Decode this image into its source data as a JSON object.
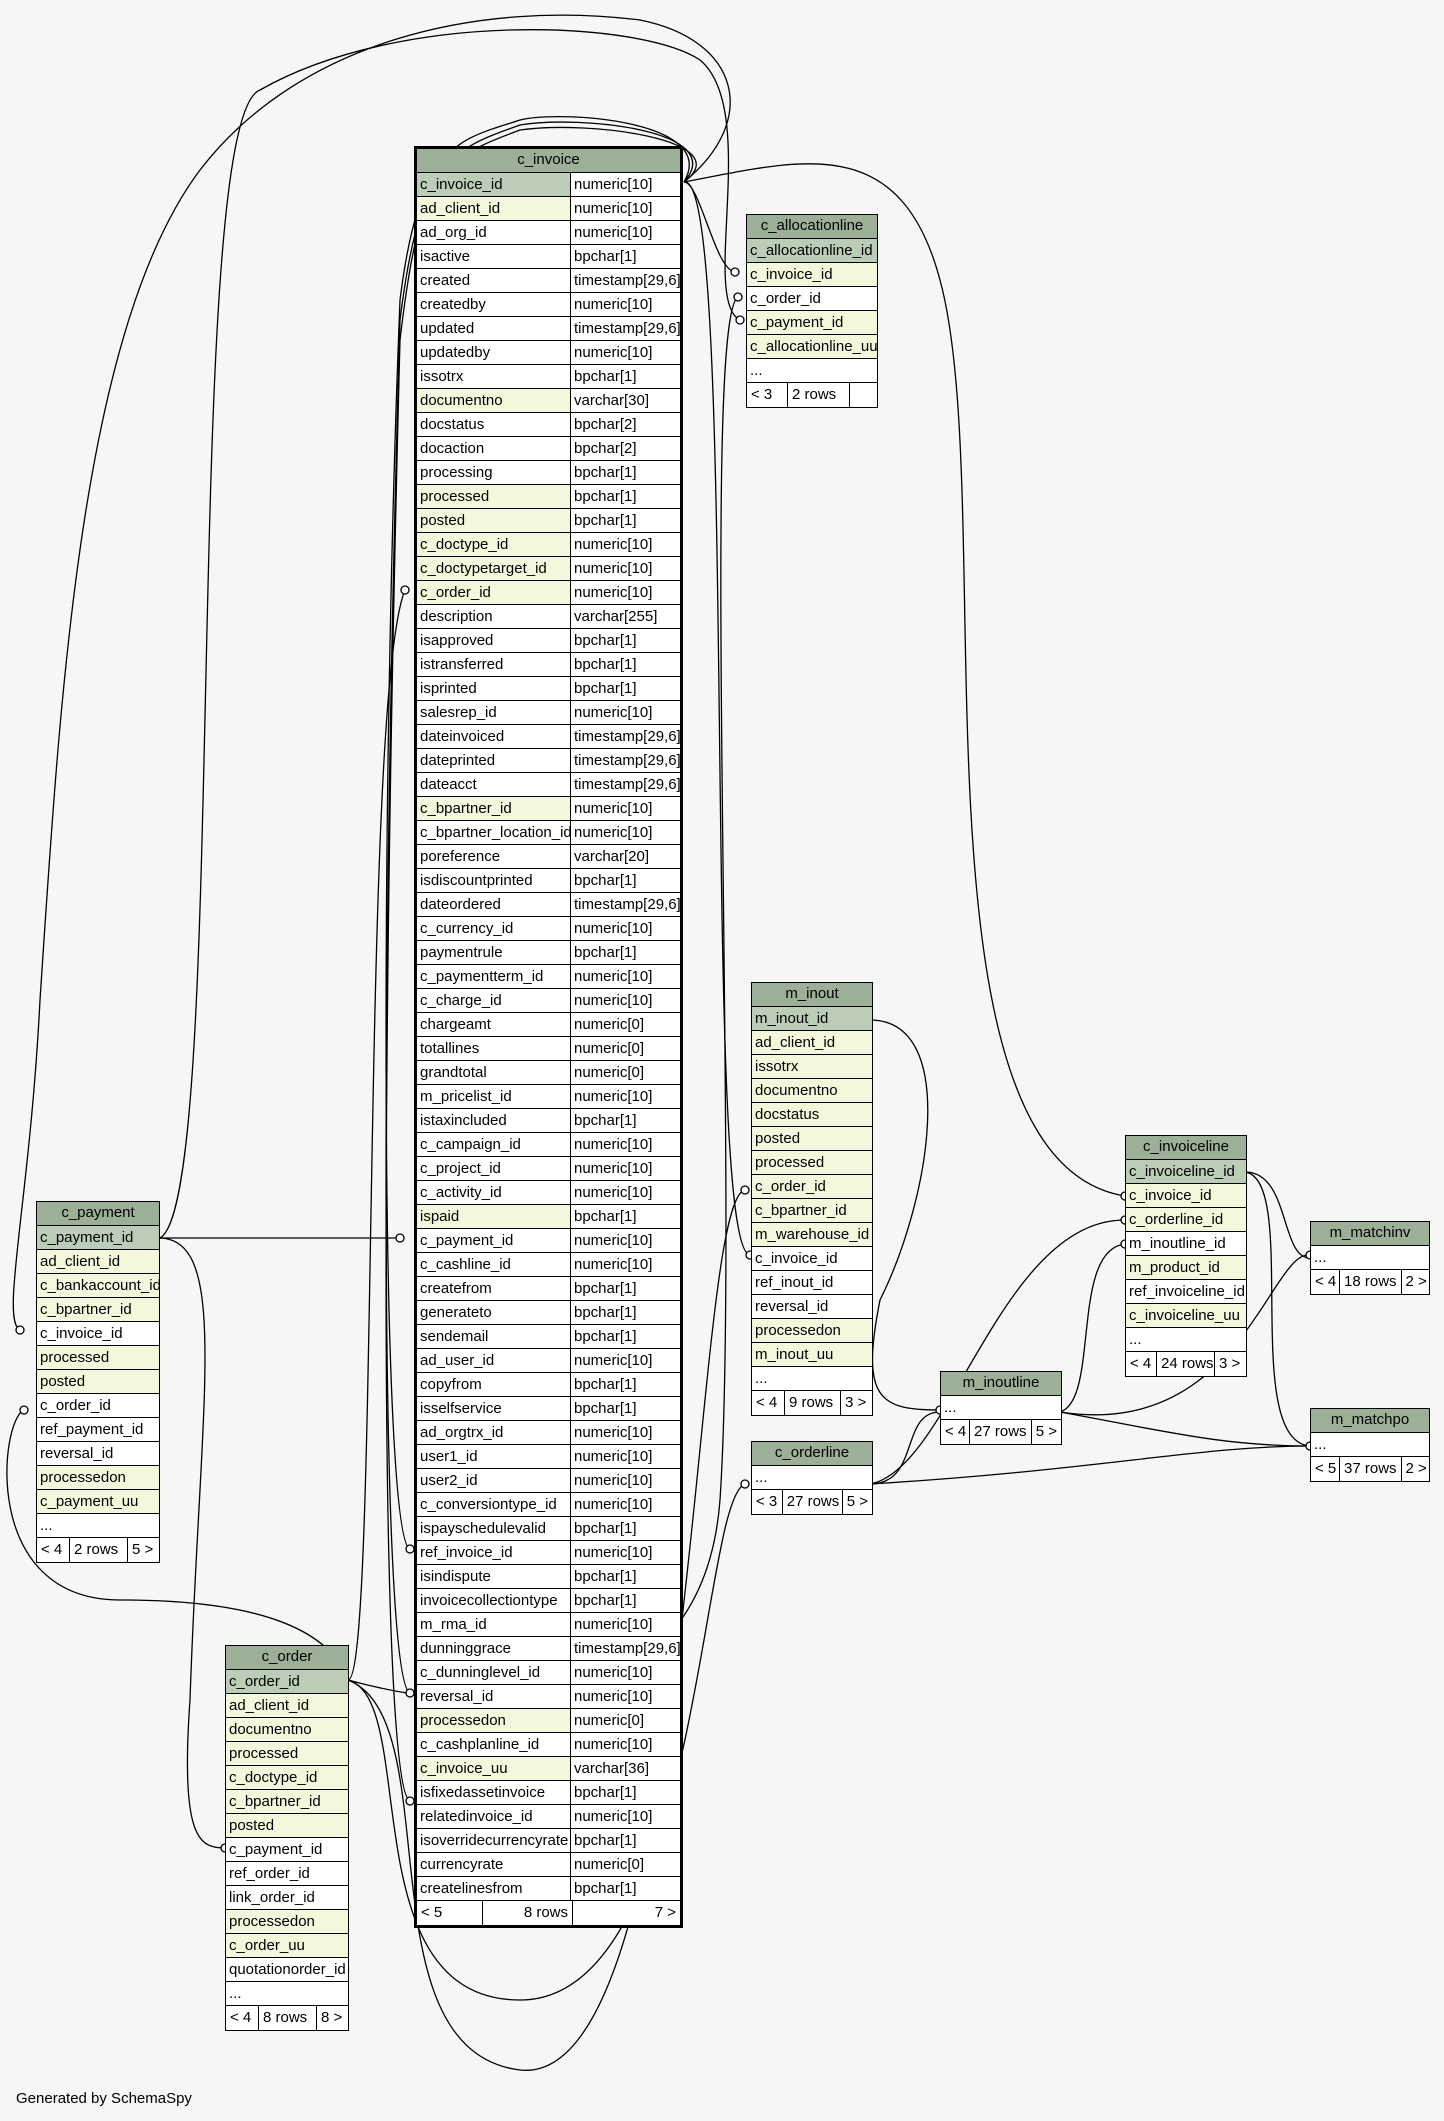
{
  "footer": "Generated by SchemaSpy",
  "tables": [
    {
      "id": "c_invoice",
      "name": "c_invoice",
      "main": true,
      "columns": [
        {
          "name": "c_invoice_id",
          "type": "numeric[10]",
          "kind": "pk"
        },
        {
          "name": "ad_client_id",
          "type": "numeric[10]",
          "kind": "fk"
        },
        {
          "name": "ad_org_id",
          "type": "numeric[10]",
          "kind": ""
        },
        {
          "name": "isactive",
          "type": "bpchar[1]",
          "kind": ""
        },
        {
          "name": "created",
          "type": "timestamp[29,6]",
          "kind": ""
        },
        {
          "name": "createdby",
          "type": "numeric[10]",
          "kind": ""
        },
        {
          "name": "updated",
          "type": "timestamp[29,6]",
          "kind": ""
        },
        {
          "name": "updatedby",
          "type": "numeric[10]",
          "kind": ""
        },
        {
          "name": "issotrx",
          "type": "bpchar[1]",
          "kind": ""
        },
        {
          "name": "documentno",
          "type": "varchar[30]",
          "kind": "fk"
        },
        {
          "name": "docstatus",
          "type": "bpchar[2]",
          "kind": ""
        },
        {
          "name": "docaction",
          "type": "bpchar[2]",
          "kind": ""
        },
        {
          "name": "processing",
          "type": "bpchar[1]",
          "kind": ""
        },
        {
          "name": "processed",
          "type": "bpchar[1]",
          "kind": "fk"
        },
        {
          "name": "posted",
          "type": "bpchar[1]",
          "kind": "fk"
        },
        {
          "name": "c_doctype_id",
          "type": "numeric[10]",
          "kind": "fk"
        },
        {
          "name": "c_doctypetarget_id",
          "type": "numeric[10]",
          "kind": "fk"
        },
        {
          "name": "c_order_id",
          "type": "numeric[10]",
          "kind": "fk"
        },
        {
          "name": "description",
          "type": "varchar[255]",
          "kind": ""
        },
        {
          "name": "isapproved",
          "type": "bpchar[1]",
          "kind": ""
        },
        {
          "name": "istransferred",
          "type": "bpchar[1]",
          "kind": ""
        },
        {
          "name": "isprinted",
          "type": "bpchar[1]",
          "kind": ""
        },
        {
          "name": "salesrep_id",
          "type": "numeric[10]",
          "kind": ""
        },
        {
          "name": "dateinvoiced",
          "type": "timestamp[29,6]",
          "kind": ""
        },
        {
          "name": "dateprinted",
          "type": "timestamp[29,6]",
          "kind": ""
        },
        {
          "name": "dateacct",
          "type": "timestamp[29,6]",
          "kind": ""
        },
        {
          "name": "c_bpartner_id",
          "type": "numeric[10]",
          "kind": "fk"
        },
        {
          "name": "c_bpartner_location_id",
          "type": "numeric[10]",
          "kind": ""
        },
        {
          "name": "poreference",
          "type": "varchar[20]",
          "kind": ""
        },
        {
          "name": "isdiscountprinted",
          "type": "bpchar[1]",
          "kind": ""
        },
        {
          "name": "dateordered",
          "type": "timestamp[29,6]",
          "kind": ""
        },
        {
          "name": "c_currency_id",
          "type": "numeric[10]",
          "kind": ""
        },
        {
          "name": "paymentrule",
          "type": "bpchar[1]",
          "kind": ""
        },
        {
          "name": "c_paymentterm_id",
          "type": "numeric[10]",
          "kind": ""
        },
        {
          "name": "c_charge_id",
          "type": "numeric[10]",
          "kind": ""
        },
        {
          "name": "chargeamt",
          "type": "numeric[0]",
          "kind": ""
        },
        {
          "name": "totallines",
          "type": "numeric[0]",
          "kind": ""
        },
        {
          "name": "grandtotal",
          "type": "numeric[0]",
          "kind": ""
        },
        {
          "name": "m_pricelist_id",
          "type": "numeric[10]",
          "kind": ""
        },
        {
          "name": "istaxincluded",
          "type": "bpchar[1]",
          "kind": ""
        },
        {
          "name": "c_campaign_id",
          "type": "numeric[10]",
          "kind": ""
        },
        {
          "name": "c_project_id",
          "type": "numeric[10]",
          "kind": ""
        },
        {
          "name": "c_activity_id",
          "type": "numeric[10]",
          "kind": ""
        },
        {
          "name": "ispaid",
          "type": "bpchar[1]",
          "kind": "fk"
        },
        {
          "name": "c_payment_id",
          "type": "numeric[10]",
          "kind": ""
        },
        {
          "name": "c_cashline_id",
          "type": "numeric[10]",
          "kind": ""
        },
        {
          "name": "createfrom",
          "type": "bpchar[1]",
          "kind": ""
        },
        {
          "name": "generateto",
          "type": "bpchar[1]",
          "kind": ""
        },
        {
          "name": "sendemail",
          "type": "bpchar[1]",
          "kind": ""
        },
        {
          "name": "ad_user_id",
          "type": "numeric[10]",
          "kind": ""
        },
        {
          "name": "copyfrom",
          "type": "bpchar[1]",
          "kind": ""
        },
        {
          "name": "isselfservice",
          "type": "bpchar[1]",
          "kind": ""
        },
        {
          "name": "ad_orgtrx_id",
          "type": "numeric[10]",
          "kind": ""
        },
        {
          "name": "user1_id",
          "type": "numeric[10]",
          "kind": ""
        },
        {
          "name": "user2_id",
          "type": "numeric[10]",
          "kind": ""
        },
        {
          "name": "c_conversiontype_id",
          "type": "numeric[10]",
          "kind": ""
        },
        {
          "name": "ispayschedulevalid",
          "type": "bpchar[1]",
          "kind": ""
        },
        {
          "name": "ref_invoice_id",
          "type": "numeric[10]",
          "kind": ""
        },
        {
          "name": "isindispute",
          "type": "bpchar[1]",
          "kind": ""
        },
        {
          "name": "invoicecollectiontype",
          "type": "bpchar[1]",
          "kind": ""
        },
        {
          "name": "m_rma_id",
          "type": "numeric[10]",
          "kind": ""
        },
        {
          "name": "dunninggrace",
          "type": "timestamp[29,6]",
          "kind": ""
        },
        {
          "name": "c_dunninglevel_id",
          "type": "numeric[10]",
          "kind": ""
        },
        {
          "name": "reversal_id",
          "type": "numeric[10]",
          "kind": ""
        },
        {
          "name": "processedon",
          "type": "numeric[0]",
          "kind": "fk"
        },
        {
          "name": "c_cashplanline_id",
          "type": "numeric[10]",
          "kind": ""
        },
        {
          "name": "c_invoice_uu",
          "type": "varchar[36]",
          "kind": "fk"
        },
        {
          "name": "isfixedassetinvoice",
          "type": "bpchar[1]",
          "kind": ""
        },
        {
          "name": "relatedinvoice_id",
          "type": "numeric[10]",
          "kind": ""
        },
        {
          "name": "isoverridecurrencyrate",
          "type": "bpchar[1]",
          "kind": ""
        },
        {
          "name": "currencyrate",
          "type": "numeric[0]",
          "kind": ""
        },
        {
          "name": "createlinesfrom",
          "type": "bpchar[1]",
          "kind": ""
        }
      ],
      "footer": [
        "< 5",
        "8 rows",
        "7 >"
      ]
    },
    {
      "id": "c_allocationline",
      "name": "c_allocationline",
      "columns": [
        {
          "name": "c_allocationline_id",
          "kind": "pk"
        },
        {
          "name": "c_invoice_id",
          "kind": "fk"
        },
        {
          "name": "c_order_id",
          "kind": ""
        },
        {
          "name": "c_payment_id",
          "kind": "fk"
        },
        {
          "name": "c_allocationline_uu",
          "kind": "fk"
        },
        {
          "name": "...",
          "kind": ""
        }
      ],
      "footer": [
        "< 3",
        "2 rows",
        ""
      ]
    },
    {
      "id": "m_inout",
      "name": "m_inout",
      "columns": [
        {
          "name": "m_inout_id",
          "kind": "pk"
        },
        {
          "name": "ad_client_id",
          "kind": "fk"
        },
        {
          "name": "issotrx",
          "kind": "fk"
        },
        {
          "name": "documentno",
          "kind": "fk"
        },
        {
          "name": "docstatus",
          "kind": "fk"
        },
        {
          "name": "posted",
          "kind": "fk"
        },
        {
          "name": "processed",
          "kind": "fk"
        },
        {
          "name": "c_order_id",
          "kind": "fk"
        },
        {
          "name": "c_bpartner_id",
          "kind": "fk"
        },
        {
          "name": "m_warehouse_id",
          "kind": "fk"
        },
        {
          "name": "c_invoice_id",
          "kind": ""
        },
        {
          "name": "ref_inout_id",
          "kind": ""
        },
        {
          "name": "reversal_id",
          "kind": ""
        },
        {
          "name": "processedon",
          "kind": "fk"
        },
        {
          "name": "m_inout_uu",
          "kind": "fk"
        },
        {
          "name": "...",
          "kind": ""
        }
      ],
      "footer": [
        "< 4",
        "9 rows",
        "3 >"
      ]
    },
    {
      "id": "c_orderline",
      "name": "c_orderline",
      "columns": [
        {
          "name": "...",
          "kind": ""
        }
      ],
      "footer": [
        "< 3",
        "27 rows",
        "5 >"
      ]
    },
    {
      "id": "m_inoutline",
      "name": "m_inoutline",
      "columns": [
        {
          "name": "...",
          "kind": ""
        }
      ],
      "footer": [
        "< 4",
        "27 rows",
        "5 >"
      ]
    },
    {
      "id": "c_invoiceline",
      "name": "c_invoiceline",
      "columns": [
        {
          "name": "c_invoiceline_id",
          "kind": "pk"
        },
        {
          "name": "c_invoice_id",
          "kind": "fk"
        },
        {
          "name": "c_orderline_id",
          "kind": "fk"
        },
        {
          "name": "m_inoutline_id",
          "kind": ""
        },
        {
          "name": "m_product_id",
          "kind": "fk"
        },
        {
          "name": "ref_invoiceline_id",
          "kind": ""
        },
        {
          "name": "c_invoiceline_uu",
          "kind": "fk"
        },
        {
          "name": "...",
          "kind": ""
        }
      ],
      "footer": [
        "< 4",
        "24 rows",
        "3 >"
      ]
    },
    {
      "id": "m_matchinv",
      "name": "m_matchinv",
      "columns": [
        {
          "name": "...",
          "kind": ""
        }
      ],
      "footer": [
        "< 4",
        "18 rows",
        "2 >"
      ]
    },
    {
      "id": "m_matchpo",
      "name": "m_matchpo",
      "columns": [
        {
          "name": "...",
          "kind": ""
        }
      ],
      "footer": [
        "< 5",
        "37 rows",
        "2 >"
      ]
    },
    {
      "id": "c_payment",
      "name": "c_payment",
      "columns": [
        {
          "name": "c_payment_id",
          "kind": "pk"
        },
        {
          "name": "ad_client_id",
          "kind": "fk"
        },
        {
          "name": "c_bankaccount_id",
          "kind": "fk"
        },
        {
          "name": "c_bpartner_id",
          "kind": "fk"
        },
        {
          "name": "c_invoice_id",
          "kind": ""
        },
        {
          "name": "processed",
          "kind": "fk"
        },
        {
          "name": "posted",
          "kind": "fk"
        },
        {
          "name": "c_order_id",
          "kind": ""
        },
        {
          "name": "ref_payment_id",
          "kind": ""
        },
        {
          "name": "reversal_id",
          "kind": ""
        },
        {
          "name": "processedon",
          "kind": "fk"
        },
        {
          "name": "c_payment_uu",
          "kind": "fk"
        },
        {
          "name": "...",
          "kind": ""
        }
      ],
      "footer": [
        "< 4",
        "2 rows",
        "5 >"
      ]
    },
    {
      "id": "c_order",
      "name": "c_order",
      "columns": [
        {
          "name": "c_order_id",
          "kind": "pk"
        },
        {
          "name": "ad_client_id",
          "kind": "fk"
        },
        {
          "name": "documentno",
          "kind": "fk"
        },
        {
          "name": "processed",
          "kind": "fk"
        },
        {
          "name": "c_doctype_id",
          "kind": "fk"
        },
        {
          "name": "c_bpartner_id",
          "kind": "fk"
        },
        {
          "name": "posted",
          "kind": "fk"
        },
        {
          "name": "c_payment_id",
          "kind": ""
        },
        {
          "name": "ref_order_id",
          "kind": ""
        },
        {
          "name": "link_order_id",
          "kind": ""
        },
        {
          "name": "processedon",
          "kind": "fk"
        },
        {
          "name": "c_order_uu",
          "kind": "fk"
        },
        {
          "name": "quotationorder_id",
          "kind": ""
        },
        {
          "name": "...",
          "kind": ""
        }
      ],
      "footer": [
        "< 4",
        "8 rows",
        "8 >"
      ]
    }
  ]
}
